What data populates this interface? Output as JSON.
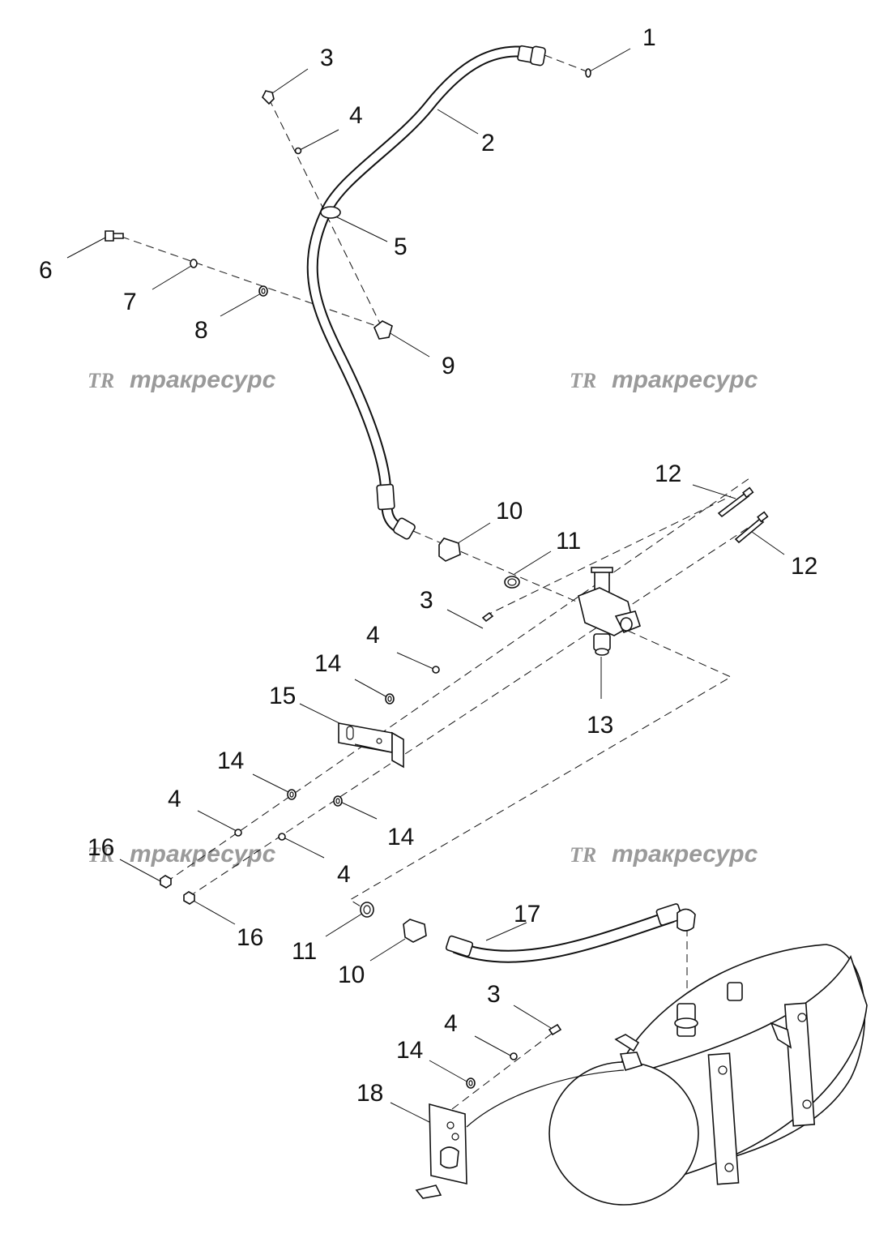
{
  "watermark": {
    "logo": "TR",
    "text": "тракресурс"
  },
  "callouts": {
    "c1": "1",
    "c2": "2",
    "c3a": "3",
    "c4a": "4",
    "c5": "5",
    "c6": "6",
    "c7": "7",
    "c8": "8",
    "c9": "9",
    "c10a": "10",
    "c11a": "11",
    "c12a": "12",
    "c12b": "12",
    "c13": "13",
    "c3b": "3",
    "c4b": "4",
    "c14a": "14",
    "c15": "15",
    "c14b": "14",
    "c4c": "4",
    "c14c": "14",
    "c16a": "16",
    "c4d": "4",
    "c16b": "16",
    "c17": "17",
    "c11b": "11",
    "c10b": "10",
    "c3c": "3",
    "c4e": "4",
    "c14d": "14",
    "c18": "18"
  }
}
